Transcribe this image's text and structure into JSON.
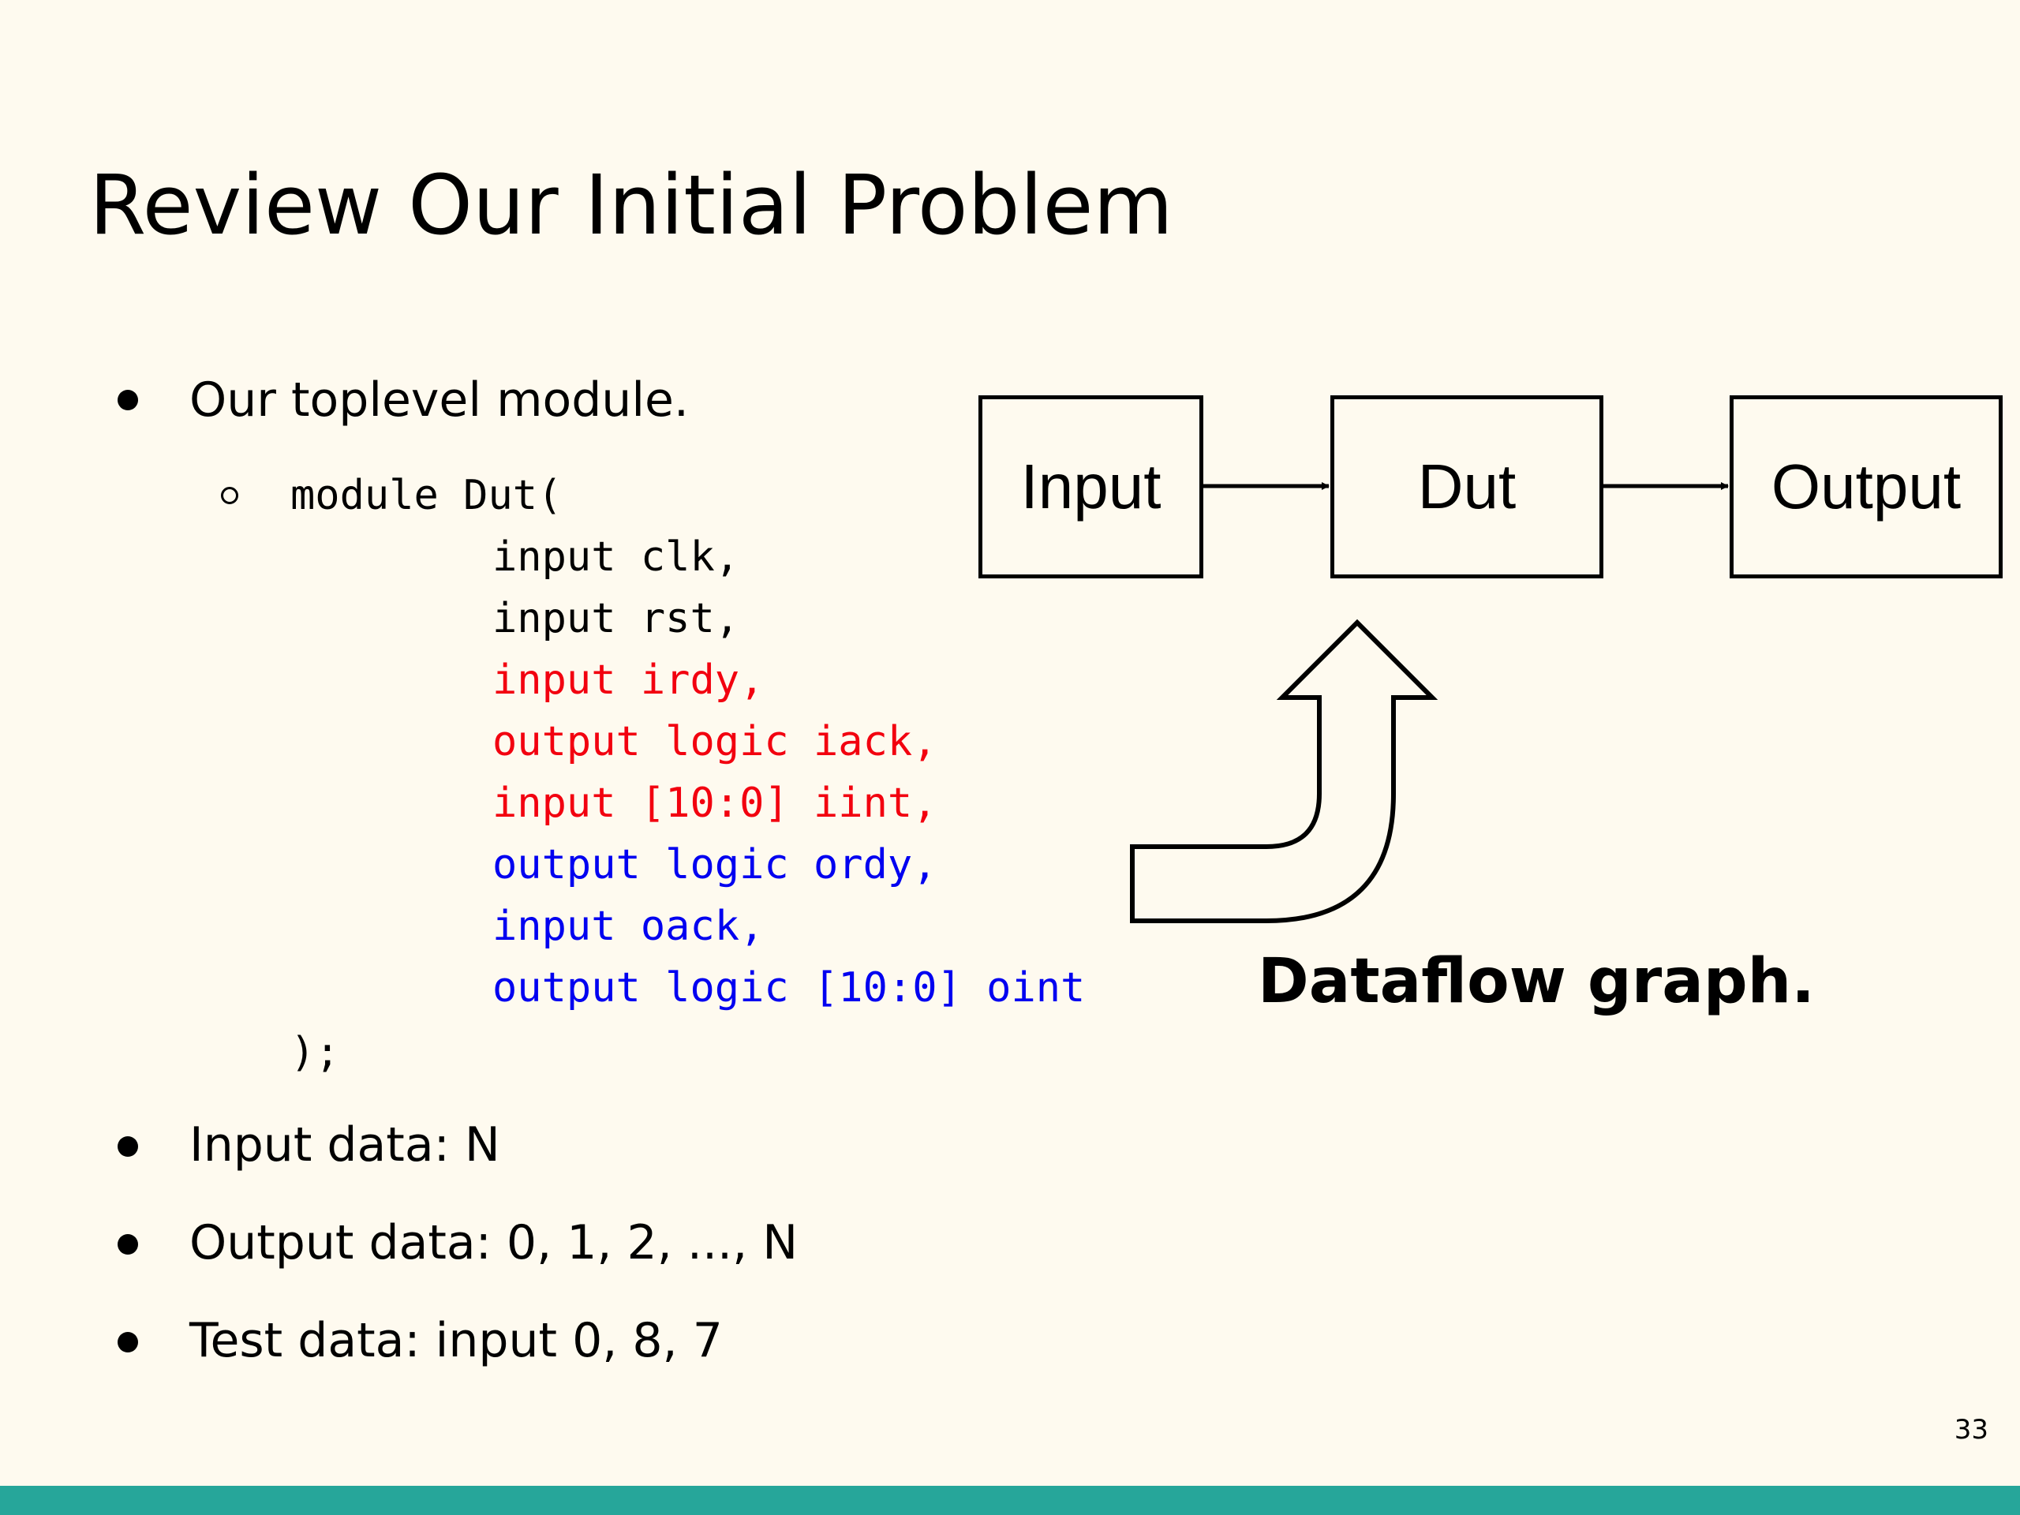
{
  "slide": {
    "title": "Review Our Initial Problem",
    "page_number": "33",
    "footer_color": "#26a69a"
  },
  "bullets": {
    "toplevel": "Our toplevel module.",
    "input_data": "Input data: N",
    "output_data": "Output data: 0, 1, 2, ..., N",
    "test_data": "Test data: input 0, 8, 7"
  },
  "code": {
    "header": "module Dut(",
    "footer": ");",
    "lines": [
      {
        "text": "input         clk,",
        "color": "black"
      },
      {
        "text": "input         rst,",
        "color": "black"
      },
      {
        "text": "input               irdy,",
        "color": "red"
      },
      {
        "text": "output logic        iack,",
        "color": "red"
      },
      {
        "text": "input        [10:0] iint,",
        "color": "red"
      },
      {
        "text": "output logic        ordy,",
        "color": "blue"
      },
      {
        "text": "input               oack,",
        "color": "blue"
      },
      {
        "text": "output logic [10:0] oint",
        "color": "blue"
      }
    ]
  },
  "diagram": {
    "input_label": "Input",
    "dut_label": "Dut",
    "output_label": "Output",
    "caption": "Dataflow graph."
  }
}
